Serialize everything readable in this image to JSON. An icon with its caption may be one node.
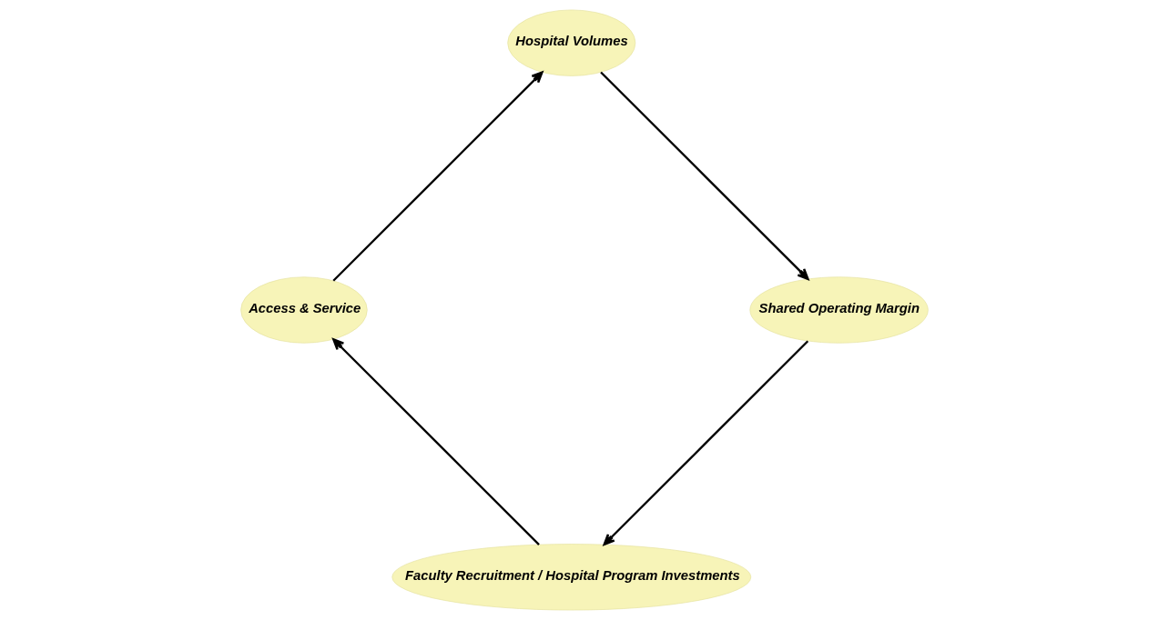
{
  "diagram": {
    "nodes": [
      {
        "text": [
          "Faculty Recruitment / Hospital Program Investments"
        ]
      },
      {
        "text": [
          "Access & Service"
        ]
      },
      {
        "text": [
          "Hospital Volumes"
        ]
      },
      {
        "text": [
          "Shared Operating Margin"
        ]
      }
    ],
    "edges": [
      {
        "from": 0,
        "to": 1,
        "arrow": "to"
      },
      {
        "from": 1,
        "to": 2,
        "arrow": "to"
      },
      {
        "from": 2,
        "to": 3,
        "arrow": "to"
      },
      {
        "from": 3,
        "to": 0,
        "arrow": "to"
      }
    ]
  }
}
